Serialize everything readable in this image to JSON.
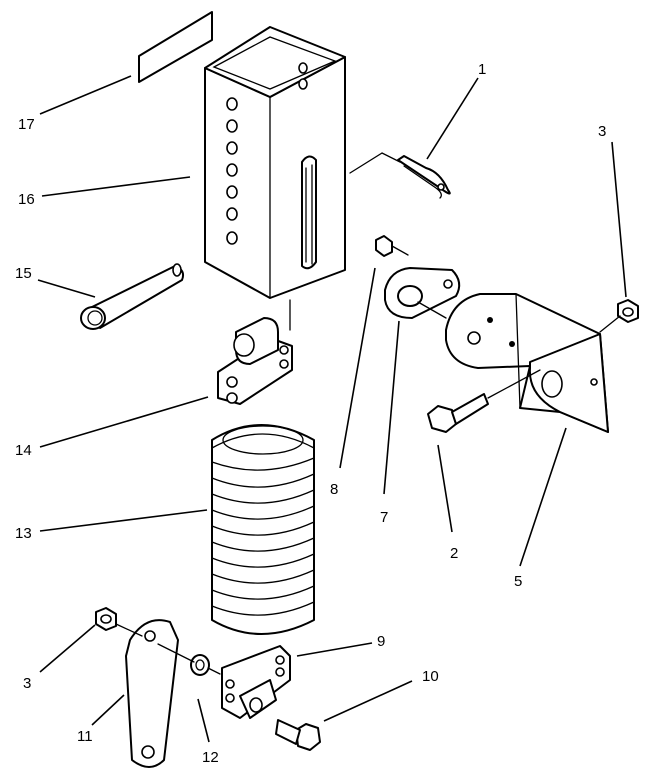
{
  "callouts": {
    "c1": "1",
    "c2": "2",
    "c3a": "3",
    "c3b": "3",
    "c5": "5",
    "c7": "7",
    "c8": "8",
    "c9": "9",
    "c10": "10",
    "c11": "11",
    "c12": "12",
    "c13": "13",
    "c14": "14",
    "c15": "15",
    "c16": "16",
    "c17": "17"
  }
}
